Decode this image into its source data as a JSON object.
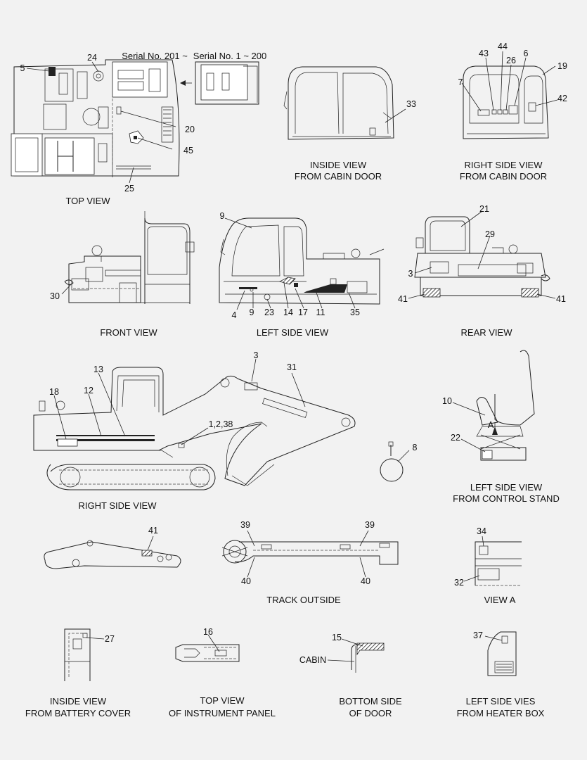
{
  "serial_labels": {
    "new": "Serial No. 201 ~",
    "old": "Serial No. 1 ~ 200"
  },
  "captions": {
    "top_view": "TOP VIEW",
    "inside_cabin_door": [
      "INSIDE VIEW",
      "FROM CABIN DOOR"
    ],
    "right_side_cabin_door": [
      "RIGHT SIDE VIEW",
      "FROM CABIN DOOR"
    ],
    "front_view": "FRONT VIEW",
    "left_side_view": "LEFT SIDE VIEW",
    "rear_view": "REAR VIEW",
    "right_side_view": "RIGHT SIDE VIEW",
    "left_side_control_stand": [
      "LEFT SIDE VIEW",
      "FROM CONTROL STAND"
    ],
    "track_outside": "TRACK OUTSIDE",
    "view_a": "VIEW  A",
    "inside_battery_cover": [
      "INSIDE VIEW",
      "FROM BATTERY COVER"
    ],
    "top_instrument_panel": [
      "TOP VIEW",
      "OF INSTRUMENT PANEL"
    ],
    "bottom_side_door": [
      "BOTTOM SIDE",
      "OF DOOR"
    ],
    "left_side_heater_box": [
      "LEFT SIDE VIES",
      "FROM HEATER BOX"
    ]
  },
  "cabin_label": "CABIN",
  "detail_letter": "A",
  "callouts": {
    "top_view": [
      "5",
      "24",
      "20",
      "45",
      "25"
    ],
    "inside_cabin_door": [
      "33"
    ],
    "right_side_cabin_door": [
      "43",
      "44",
      "26",
      "6",
      "19",
      "7",
      "42"
    ],
    "front_view": [
      "30"
    ],
    "left_side_view": [
      "9",
      "4",
      "9",
      "23",
      "14",
      "17",
      "11",
      "35"
    ],
    "rear_view": [
      "21",
      "29",
      "3",
      "41",
      "41"
    ],
    "right_side_view": [
      "3",
      "31",
      "13",
      "18",
      "12",
      "1,2,38",
      "8"
    ],
    "control_stand": [
      "10",
      "22"
    ],
    "arm": [
      "41"
    ],
    "track_outside": [
      "39",
      "39",
      "40",
      "40"
    ],
    "view_a": [
      "34",
      "32"
    ],
    "battery_cover": [
      "27"
    ],
    "instrument_panel": [
      "16"
    ],
    "door_bottom": [
      "15"
    ],
    "heater_box": [
      "37"
    ]
  }
}
